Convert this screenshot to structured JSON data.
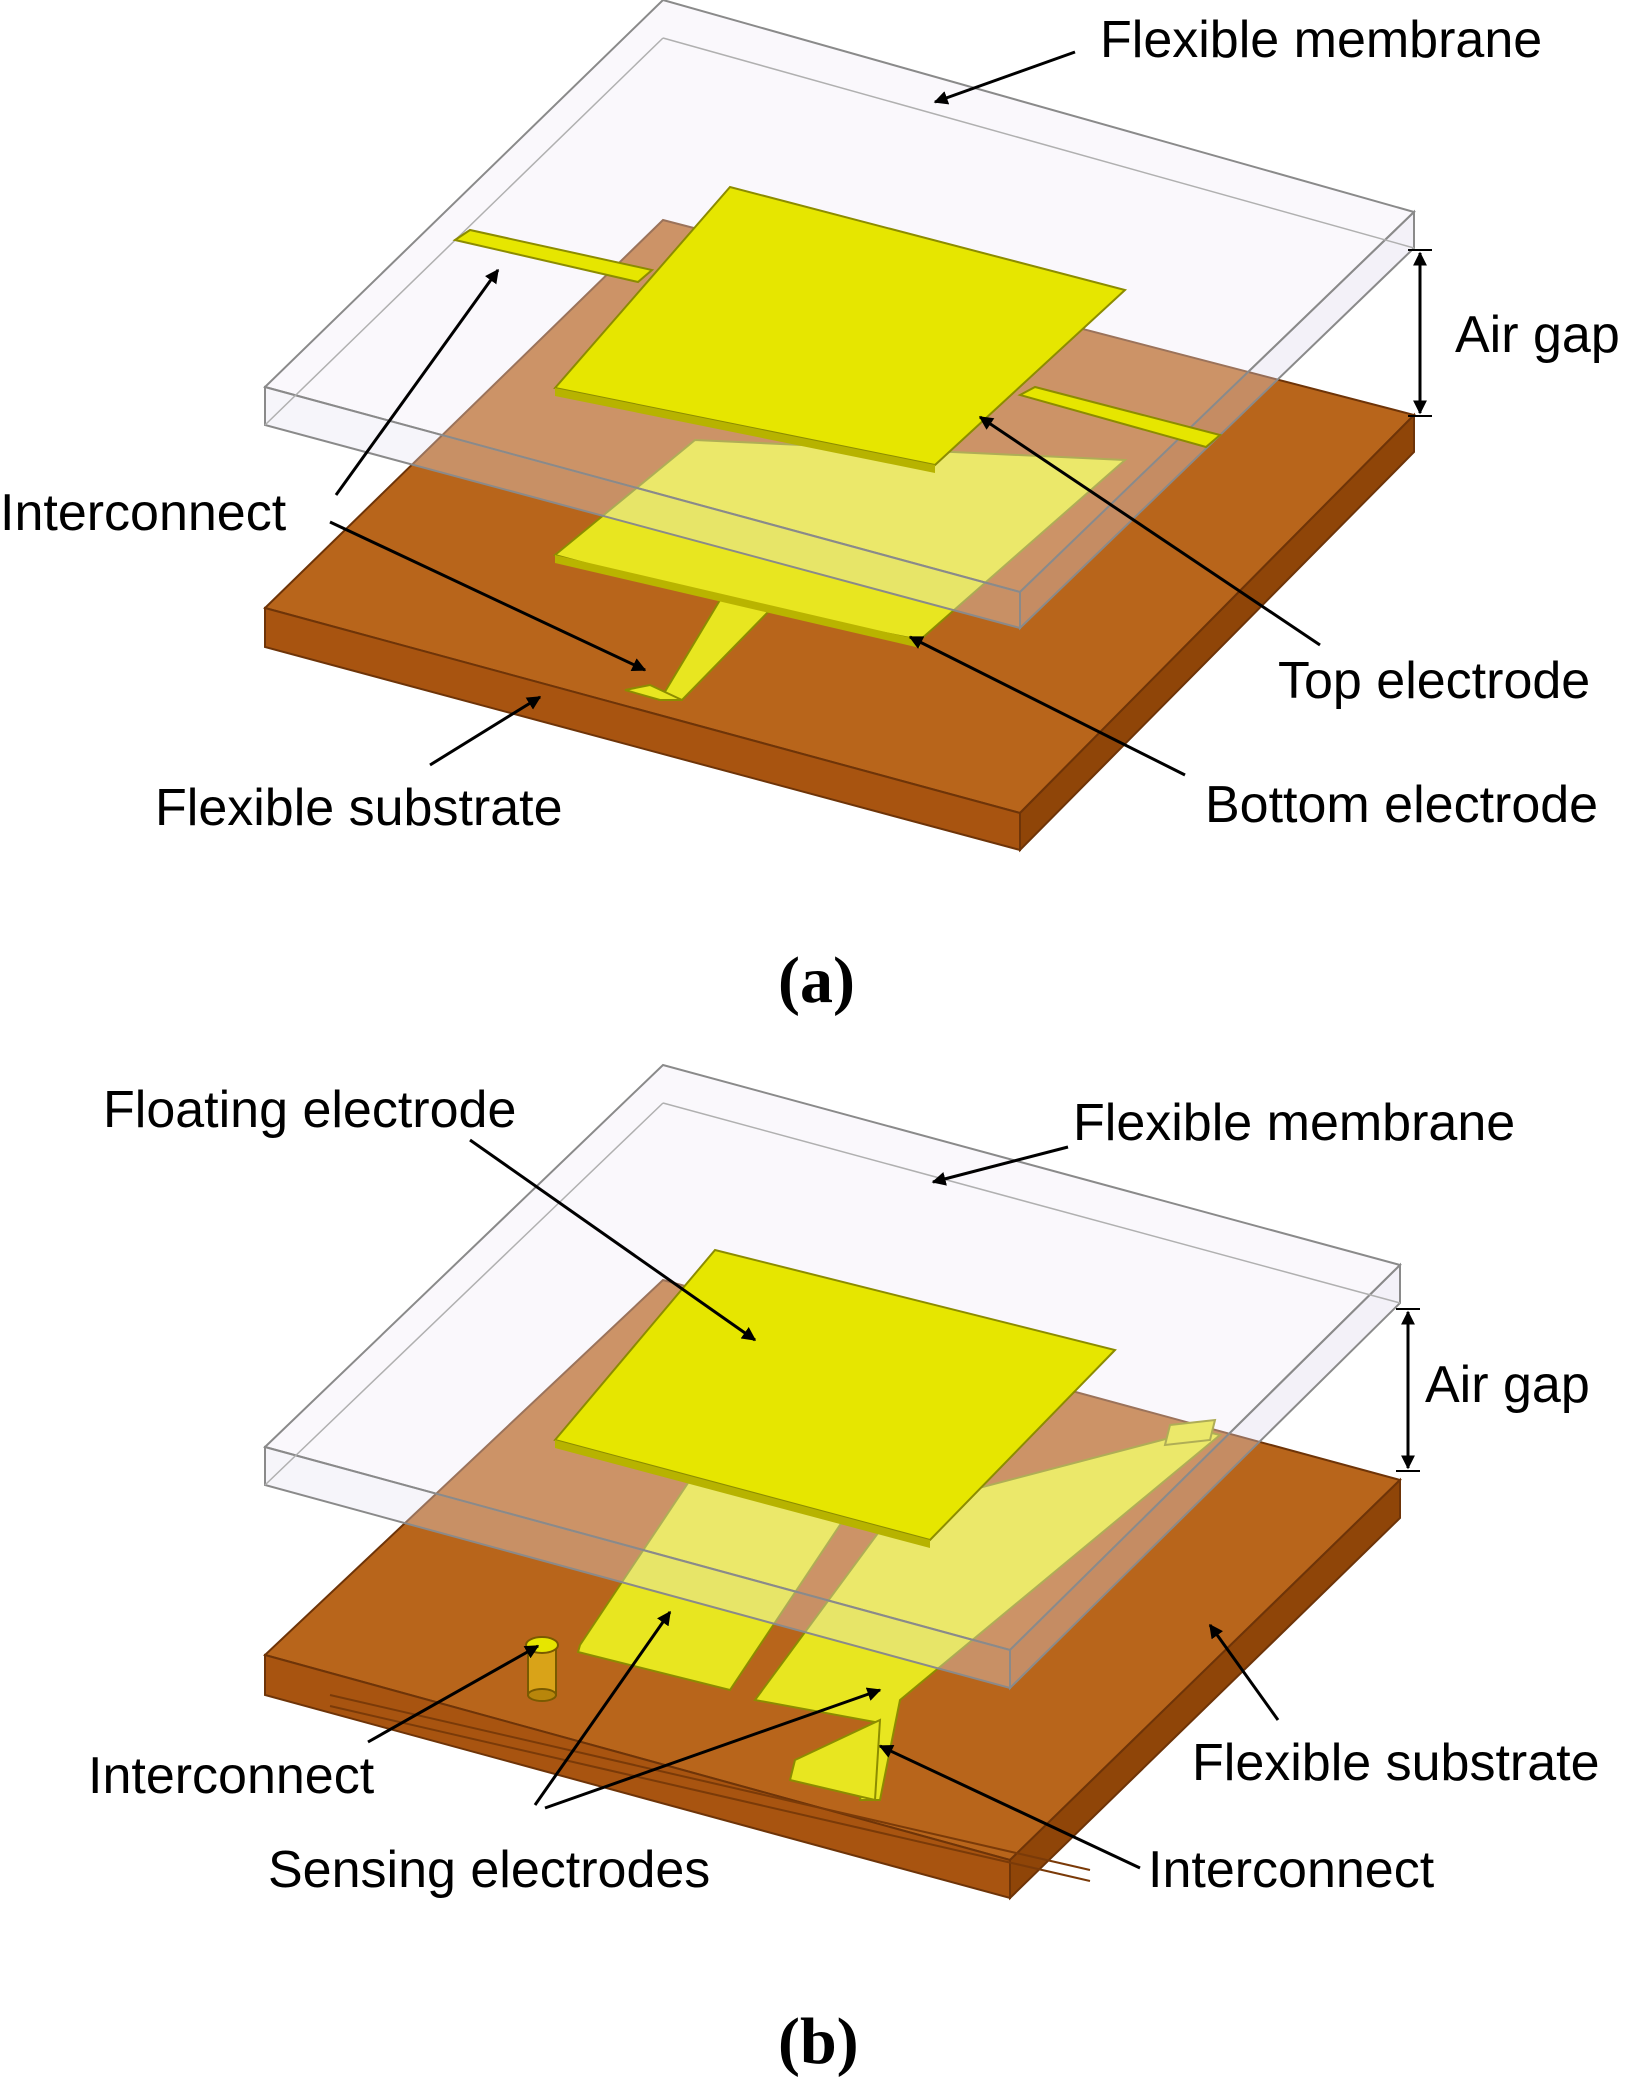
{
  "panel_a": {
    "caption": "(a)",
    "labels": {
      "flexible_membrane": "Flexible membrane",
      "air_gap": "Air gap",
      "interconnect": "Interconnect",
      "top_electrode": "Top electrode",
      "bottom_electrode": "Bottom electrode",
      "flexible_substrate": "Flexible substrate"
    }
  },
  "panel_b": {
    "caption": "(b)",
    "labels": {
      "floating_electrode": "Floating electrode",
      "flexible_membrane": "Flexible membrane",
      "air_gap": "Air gap",
      "interconnect_left": "Interconnect",
      "sensing_electrodes": "Sensing electrodes",
      "flexible_substrate": "Flexible substrate",
      "interconnect_right": "Interconnect"
    }
  },
  "colors": {
    "substrate": "#b35a10",
    "electrode": "#e6e600",
    "membrane_edge": "#8a8a8a"
  }
}
